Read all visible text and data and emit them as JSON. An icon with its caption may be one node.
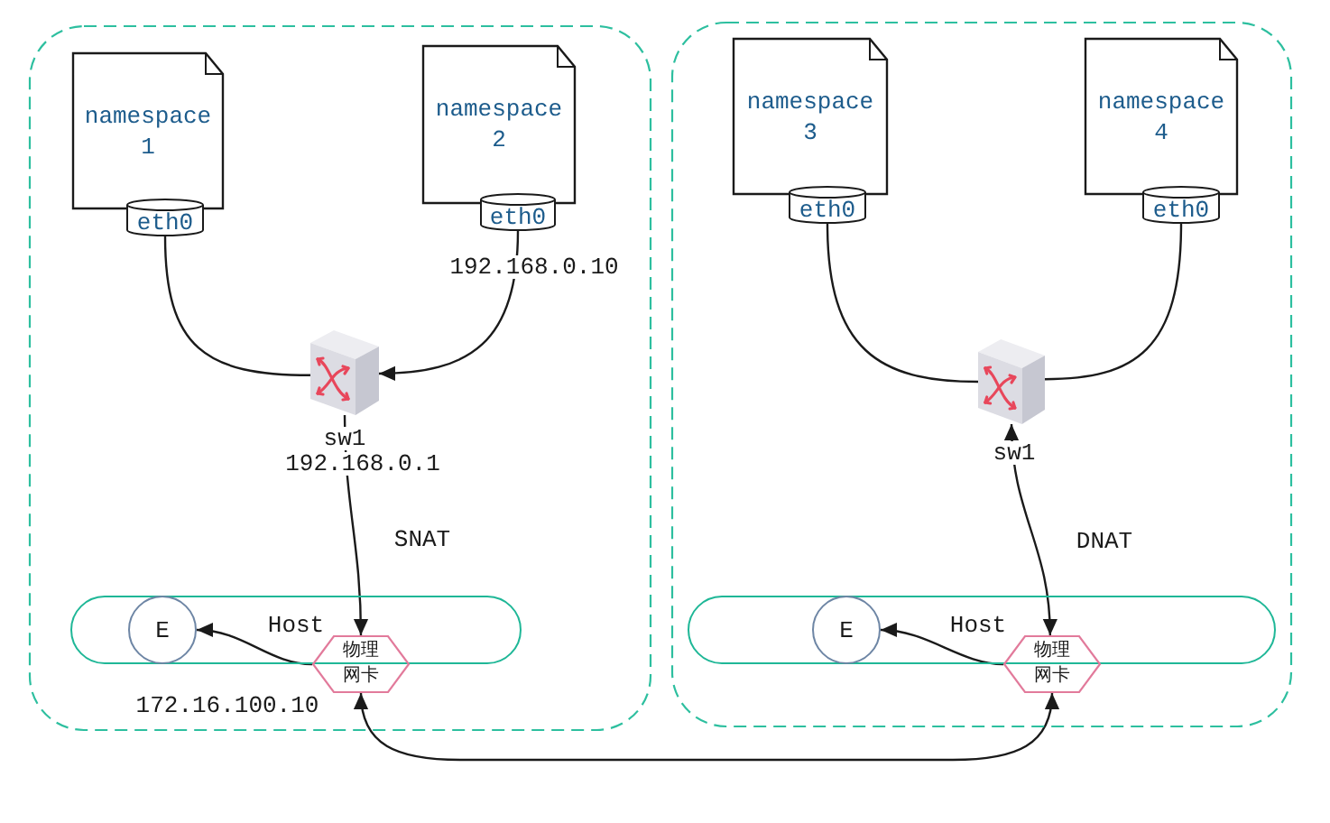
{
  "diagram": {
    "nodes": [
      {
        "text": [],
        "shape": "box"
      },
      {
        "text": [
          "namespace 1"
        ],
        "in": 0
      },
      {
        "text": [
          "eth0"
        ],
        "in": 0
      },
      {
        "text": [
          "namespace 2"
        ],
        "in": 0
      },
      {
        "text": [
          "eth0"
        ],
        "in": 0,
        "beside": [
          "192.168.0.10"
        ]
      },
      {
        "text": [],
        "shape": "picture",
        "in": 0,
        "beside": [
          "sw1",
          "192.168.0.1"
        ]
      },
      {
        "text": [
          "Host"
        ],
        "in": 0
      },
      {
        "text": [
          "E"
        ],
        "in": 6
      },
      {
        "text": [
          "物理网卡"
        ],
        "in": 0,
        "beside": [
          "172.16.100.10"
        ]
      },
      {
        "text": [],
        "shape": "box"
      },
      {
        "text": [
          "namespace 3"
        ],
        "in": 9
      },
      {
        "text": [
          "eth0"
        ],
        "in": 9
      },
      {
        "text": [
          "namespace 4"
        ],
        "in": 9
      },
      {
        "text": [
          "eth0"
        ],
        "in": 9
      },
      {
        "text": [],
        "shape": "picture",
        "in": 9,
        "beside": [
          "sw1"
        ]
      },
      {
        "text": [
          "Host"
        ],
        "in": 9
      },
      {
        "text": [
          "E"
        ],
        "in": 15
      },
      {
        "text": [
          "物理网卡"
        ],
        "in": 9
      }
    ],
    "edges": [
      {
        "from": 2,
        "to": 5,
        "arrow": "none"
      },
      {
        "from": 4,
        "to": 5,
        "arrow": "to"
      },
      {
        "from": 5,
        "to": 8,
        "arrow": "to"
      },
      {
        "from": 8,
        "to": 7,
        "arrow": "to"
      },
      {
        "from": 8,
        "to": 17,
        "arrow": "both"
      },
      {
        "from": 11,
        "to": 14,
        "arrow": "none"
      },
      {
        "from": 13,
        "to": 14,
        "arrow": "none"
      },
      {
        "from": 17,
        "to": 14,
        "arrow": "both"
      },
      {
        "from": 17,
        "to": 16,
        "arrow": "to"
      }
    ],
    "labels": [
      "SNAT",
      "DNAT"
    ]
  }
}
